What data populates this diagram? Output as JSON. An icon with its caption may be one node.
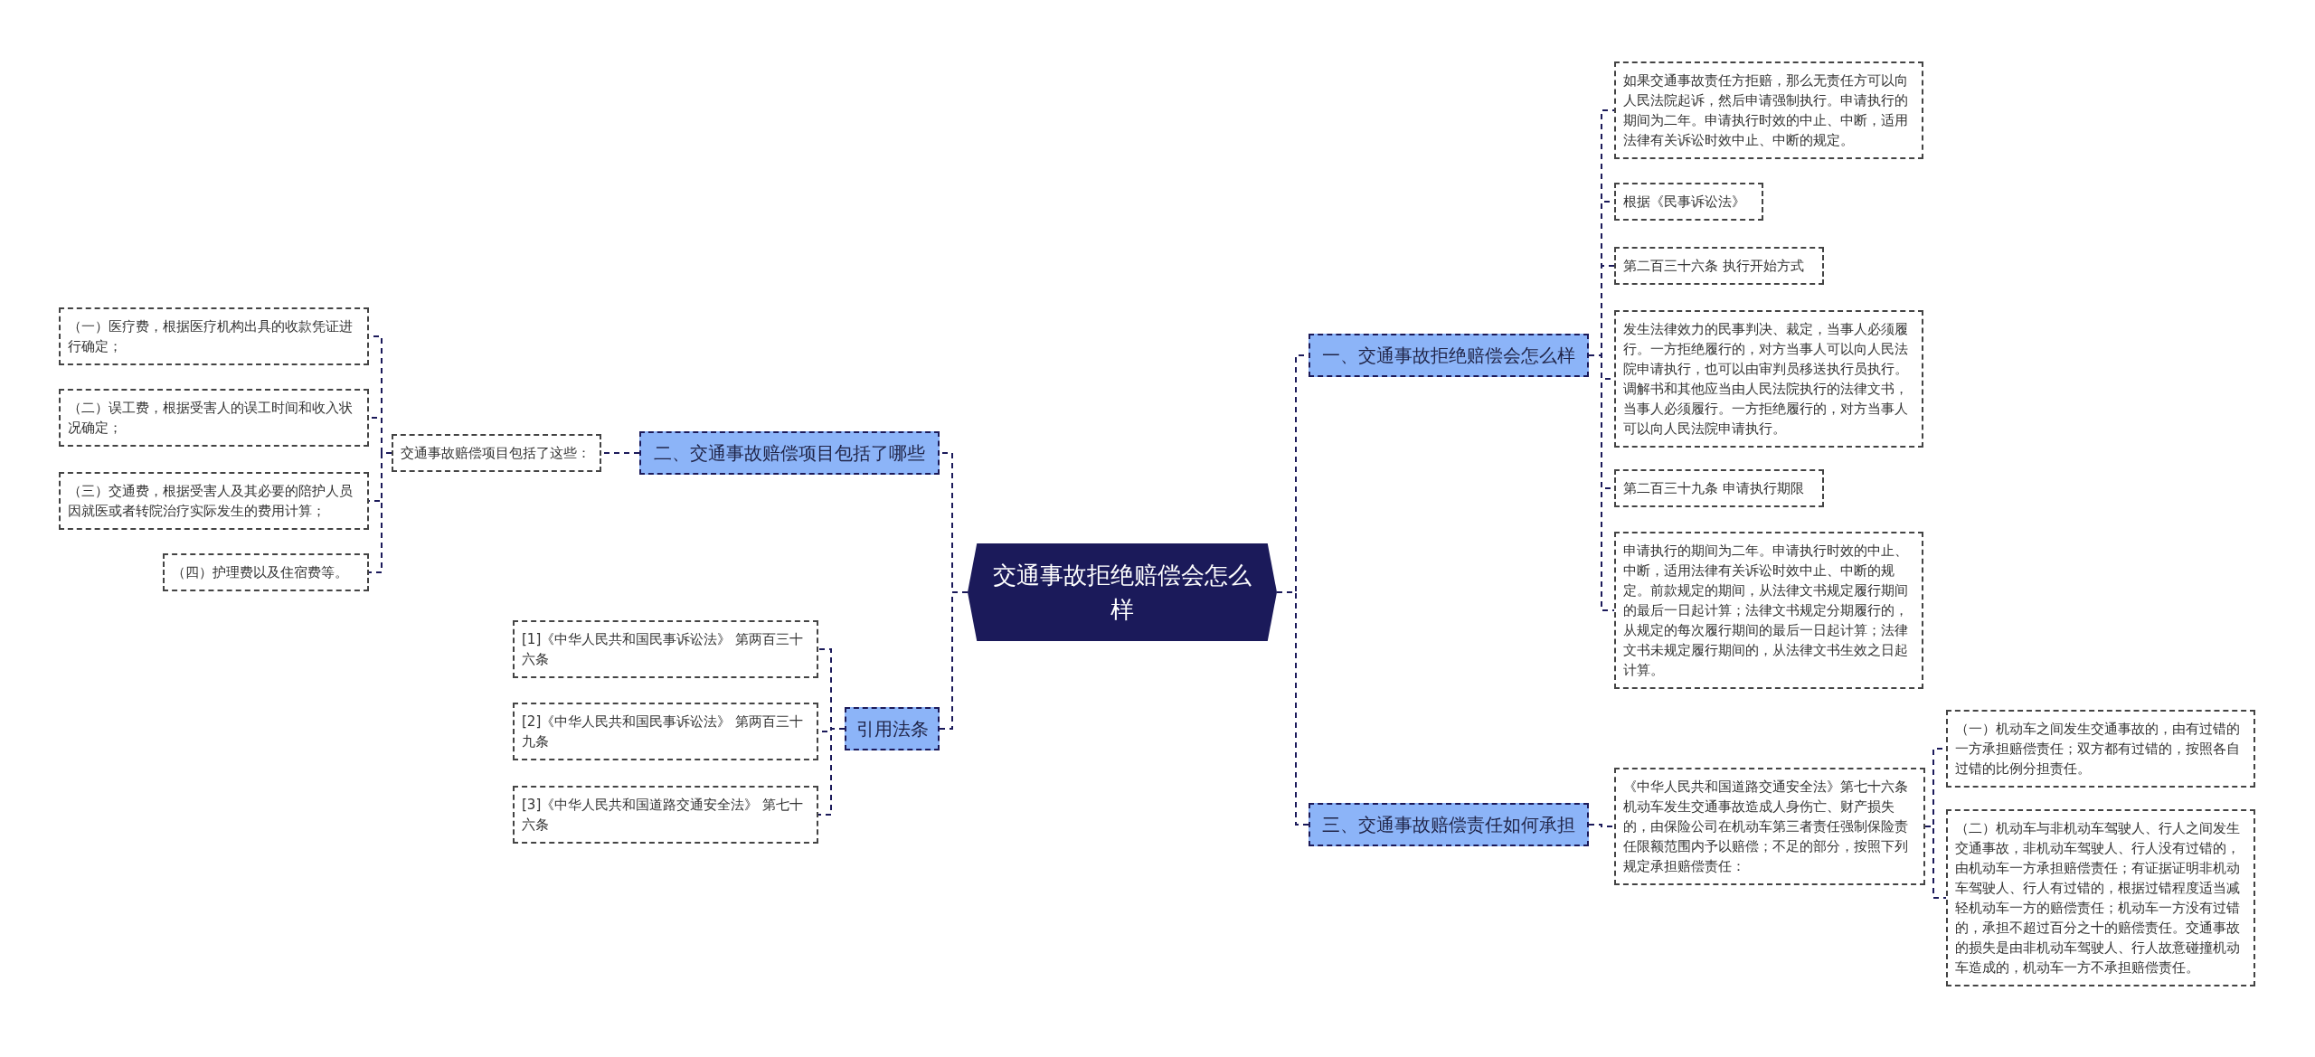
{
  "diagram": {
    "nodes": [
      {
        "text": [
          "交通事故拒绝赔偿会怎么样"
        ]
      },
      {
        "text": [
          "一、交通事故拒绝赔偿会怎么样"
        ]
      },
      {
        "text": [
          "如果交通事故责任方拒赔，那么无责任方可以向人民法院起诉，然后申请强制执行。申请执行的期间为二年。申请执行时效的中止、中断，适用法律有关诉讼时效中止、中断的规定。"
        ]
      },
      {
        "text": [
          "根据《民事诉讼法》"
        ]
      },
      {
        "text": [
          "第二百三十六条 执行开始方式"
        ]
      },
      {
        "text": [
          "发生法律效力的民事判决、裁定，当事人必须履行。一方拒绝履行的，对方当事人可以向人民法院申请执行，也可以由审判员移送执行员执行。调解书和其他应当由人民法院执行的法律文书，当事人必须履行。一方拒绝履行的，对方当事人可以向人民法院申请执行。"
        ]
      },
      {
        "text": [
          "第二百三十九条 申请执行期限"
        ]
      },
      {
        "text": [
          "申请执行的期间为二年。申请执行时效的中止、中断，适用法律有关诉讼时效中止、中断的规定。前款规定的期间，从法律文书规定履行期间的最后一日起计算；法律文书规定分期履行的，从规定的每次履行期间的最后一日起计算；法律文书未规定履行期间的，从法律文书生效之日起计算。"
        ]
      },
      {
        "text": [
          "三、交通事故赔偿责任如何承担"
        ]
      },
      {
        "text": [
          "《中华人民共和国道路交通安全法》第七十六条机动车发生交通事故造成人身伤亡、财产损失的，由保险公司在机动车第三者责任强制保险责任限额范围内予以赔偿；不足的部分，按照下列规定承担赔偿责任："
        ]
      },
      {
        "text": [
          "（一）机动车之间发生交通事故的，由有过错的一方承担赔偿责任；双方都有过错的，按照各自过错的比例分担责任。"
        ]
      },
      {
        "text": [
          "（二）机动车与非机动车驾驶人、行人之间发生交通事故，非机动车驾驶人、行人没有过错的，由机动车一方承担赔偿责任；有证据证明非机动车驾驶人、行人有过错的，根据过错程度适当减轻机动车一方的赔偿责任；机动车一方没有过错的，承担不超过百分之十的赔偿责任。交通事故的损失是由非机动车驾驶人、行人故意碰撞机动车造成的，机动车一方不承担赔偿责任。"
        ]
      },
      {
        "text": [
          "二、交通事故赔偿项目包括了哪些"
        ]
      },
      {
        "text": [
          "交通事故赔偿项目包括了这些："
        ]
      },
      {
        "text": [
          "（一）医疗费，根据医疗机构出具的收款凭证进行确定；"
        ]
      },
      {
        "text": [
          "（二）误工费，根据受害人的误工时间和收入状况确定；"
        ]
      },
      {
        "text": [
          "（三）交通费，根据受害人及其必要的陪护人员因就医或者转院治疗实际发生的费用计算；"
        ]
      },
      {
        "text": [
          "（四）护理费以及住宿费等。"
        ]
      },
      {
        "text": [
          "引用法条"
        ]
      },
      {
        "text": [
          "[1]《中华人民共和国民事诉讼法》 第两百三十六条"
        ]
      },
      {
        "text": [
          "[2]《中华人民共和国民事诉讼法》 第两百三十九条"
        ]
      },
      {
        "text": [
          "[3]《中华人民共和国道路交通安全法》 第七十六条"
        ]
      }
    ],
    "edges": [
      {
        "from": 0,
        "to": 1,
        "arrow": "none"
      },
      {
        "from": 1,
        "to": 2,
        "arrow": "none"
      },
      {
        "from": 1,
        "to": 3,
        "arrow": "none"
      },
      {
        "from": 1,
        "to": 4,
        "arrow": "none"
      },
      {
        "from": 1,
        "to": 5,
        "arrow": "none"
      },
      {
        "from": 1,
        "to": 6,
        "arrow": "none"
      },
      {
        "from": 1,
        "to": 7,
        "arrow": "none"
      },
      {
        "from": 0,
        "to": 8,
        "arrow": "none"
      },
      {
        "from": 8,
        "to": 9,
        "arrow": "none"
      },
      {
        "from": 9,
        "to": 10,
        "arrow": "none"
      },
      {
        "from": 9,
        "to": 11,
        "arrow": "none"
      },
      {
        "from": 0,
        "to": 12,
        "arrow": "none"
      },
      {
        "from": 12,
        "to": 13,
        "arrow": "none"
      },
      {
        "from": 13,
        "to": 14,
        "arrow": "none"
      },
      {
        "from": 13,
        "to": 15,
        "arrow": "none"
      },
      {
        "from": 13,
        "to": 16,
        "arrow": "none"
      },
      {
        "from": 13,
        "to": 17,
        "arrow": "none"
      },
      {
        "from": 0,
        "to": 18,
        "arrow": "none"
      },
      {
        "from": 18,
        "to": 19,
        "arrow": "none"
      },
      {
        "from": 18,
        "to": 20,
        "arrow": "none"
      },
      {
        "from": 18,
        "to": 21,
        "arrow": "none"
      }
    ]
  }
}
